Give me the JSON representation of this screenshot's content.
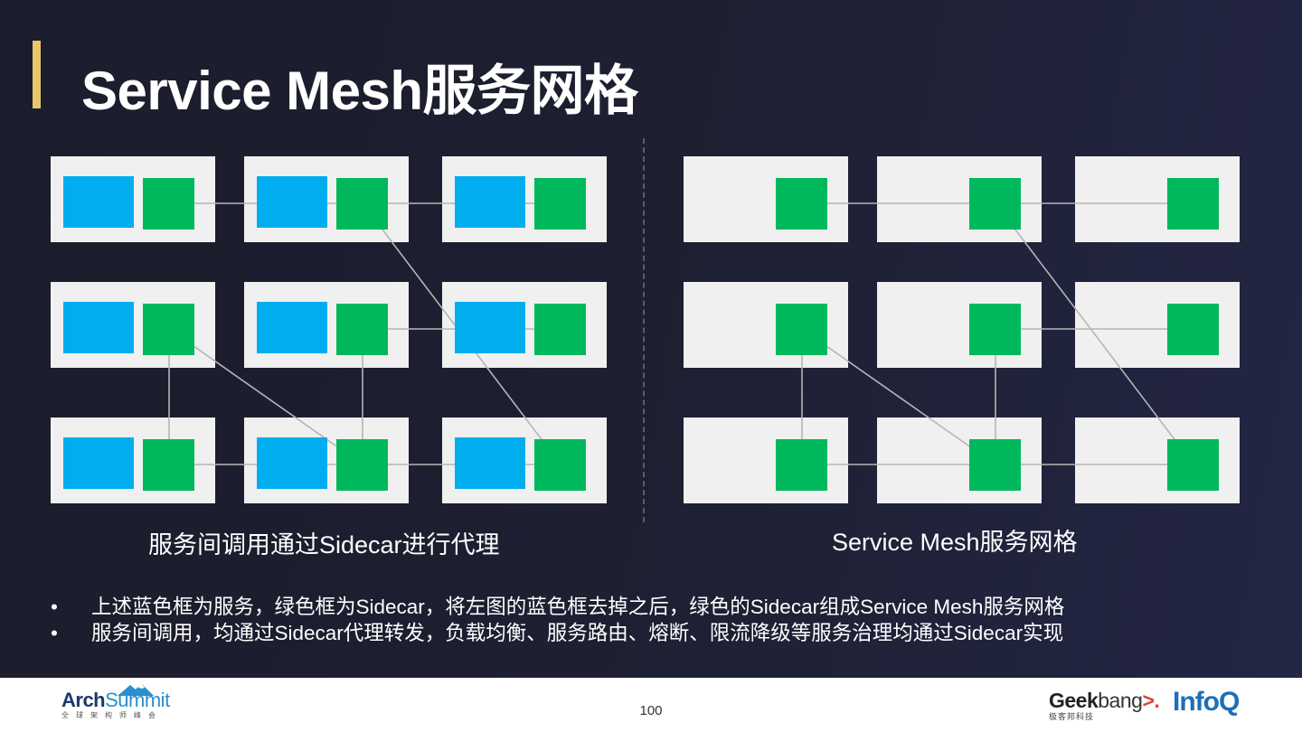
{
  "slide": {
    "title": "Service Mesh服务网格",
    "left_caption": "服务间调用通过Sidecar进行代理",
    "right_caption": "Service Mesh服务网格",
    "bullets": [
      "上述蓝色框为服务，绿色框为Sidecar，将左图的蓝色框去掉之后，绿色的Sidecar组成Service Mesh服务网格",
      "服务间调用，均通过Sidecar代理转发，负载均衡、服务路由、熔断、限流降级等服务治理均通过Sidecar实现"
    ],
    "bullet_marker": "•",
    "page_number": "100"
  },
  "footer": {
    "logo_left_part1": "Arch",
    "logo_left_part2": "Summit",
    "logo_left_sub": "全球架构师峰会",
    "logo_right1_part1": "Geek",
    "logo_right1_part2": "bang",
    "logo_right1_arrow": ">.",
    "logo_right1_sub": "极客邦科技",
    "logo_right2": "InfoQ"
  },
  "colors": {
    "service_box": "#00aef0",
    "sidecar_box": "#00b85c",
    "host_box": "#f0f0f0",
    "link_line": "#b5b5b5",
    "title_accent": "#e8c76a"
  },
  "diagram": {
    "grid": {
      "rows": 3,
      "cols": 3
    },
    "left_shows_services": true,
    "right_shows_services": false,
    "links": [
      [
        [
          0,
          0
        ],
        [
          0,
          1
        ]
      ],
      [
        [
          0,
          1
        ],
        [
          0,
          2
        ]
      ],
      [
        [
          0,
          1
        ],
        [
          2,
          2
        ]
      ],
      [
        [
          1,
          1
        ],
        [
          1,
          2
        ]
      ],
      [
        [
          1,
          0
        ],
        [
          2,
          0
        ]
      ],
      [
        [
          1,
          0
        ],
        [
          2,
          1
        ]
      ],
      [
        [
          1,
          1
        ],
        [
          2,
          1
        ]
      ],
      [
        [
          2,
          0
        ],
        [
          2,
          1
        ]
      ],
      [
        [
          2,
          1
        ],
        [
          2,
          2
        ]
      ]
    ]
  }
}
